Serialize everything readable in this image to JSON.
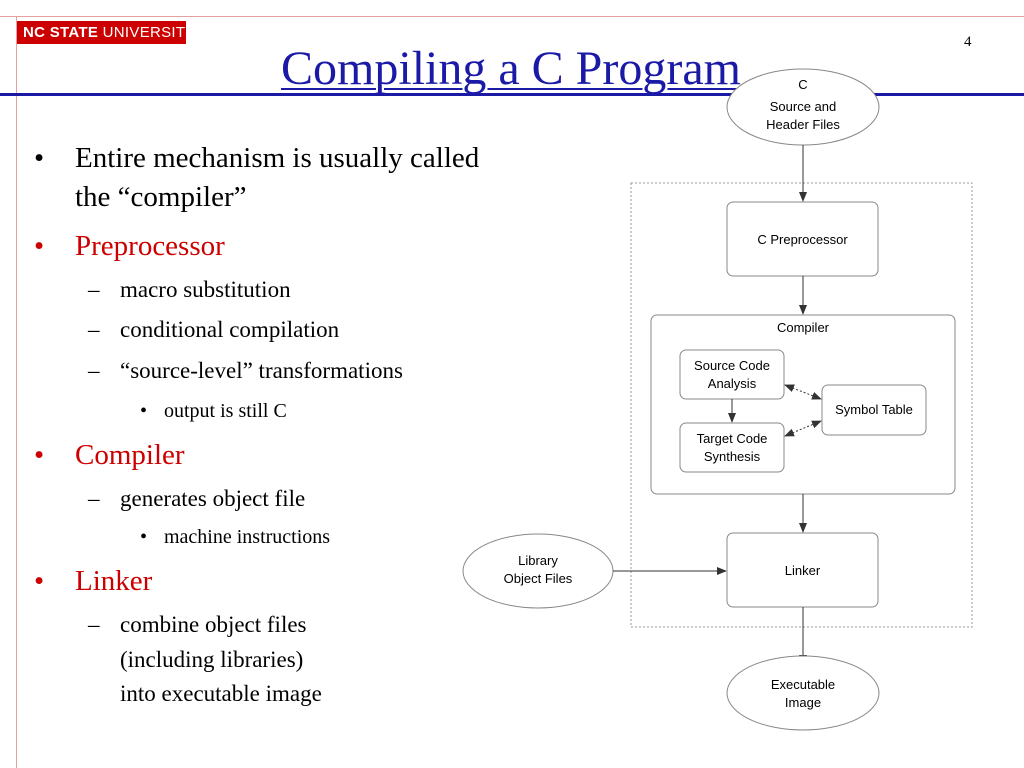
{
  "header": {
    "logo_bold": "NC STATE",
    "logo_rest": "UNIVERSITY",
    "page_number": "4",
    "title": "Compiling a C Program"
  },
  "bullets": {
    "intro_line1": "Entire mechanism is usually called",
    "intro_line2": "the “compiler”",
    "preprocessor": "Preprocessor",
    "macro": "macro substitution",
    "conditional": "conditional compilation",
    "source_level": "“source-level” transformations",
    "still_c": "output is still C",
    "compiler": "Compiler",
    "generates": "generates object file",
    "machine": "machine instructions",
    "linker": "Linker",
    "combine1": "combine object files",
    "combine2": "(including libraries)",
    "combine3": "into executable image",
    "bullet_symbol": "•",
    "dash_symbol": "–"
  },
  "diagram": {
    "source_l1": "C",
    "source_l2": "Source and",
    "source_l3": "Header Files",
    "preprocessor": "C Preprocessor",
    "compiler_label": "Compiler",
    "sca_l1": "Source Code",
    "sca_l2": "Analysis",
    "symtab": "Symbol Table",
    "tcs_l1": "Target Code",
    "tcs_l2": "Synthesis",
    "library_l1": "Library",
    "library_l2": "Object Files",
    "linker": "Linker",
    "exec_l1": "Executable",
    "exec_l2": "Image"
  },
  "colors": {
    "title": "#1a1aa6",
    "accent_red": "#cc0000",
    "box_border": "#888888"
  }
}
